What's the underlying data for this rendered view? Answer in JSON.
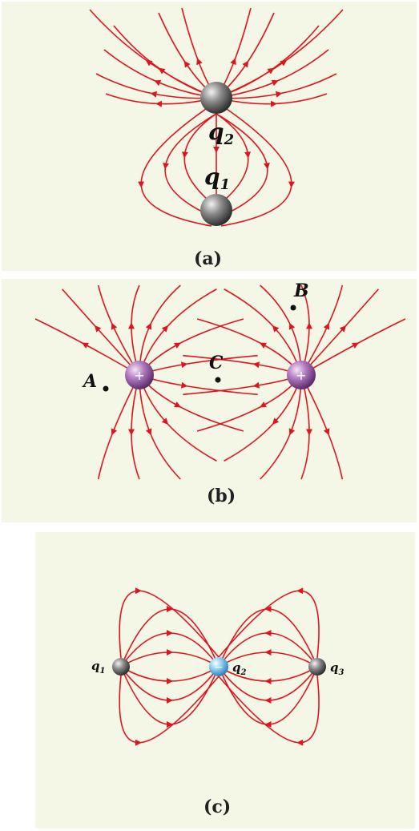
{
  "colors": {
    "field_line": "#e0141e",
    "background": "#f4f7e6",
    "neutral_charge": "#6a6a6a",
    "positive_charge": "#9a5aa8",
    "negative_charge": "#6fb9e8"
  },
  "panels": {
    "a": {
      "caption": "(a)",
      "charges": [
        {
          "label": "q",
          "sub": "2"
        },
        {
          "label": "q",
          "sub": "1"
        }
      ]
    },
    "b": {
      "caption": "(b)",
      "charges": [
        {
          "sign": "+"
        },
        {
          "sign": "+"
        }
      ],
      "points": [
        "A",
        "B",
        "C"
      ]
    },
    "c": {
      "caption": "(c)",
      "charges": [
        {
          "label": "q",
          "sub": "1"
        },
        {
          "label": "q",
          "sub": "2",
          "sign": "−"
        },
        {
          "label": "q",
          "sub": "3"
        }
      ]
    }
  }
}
